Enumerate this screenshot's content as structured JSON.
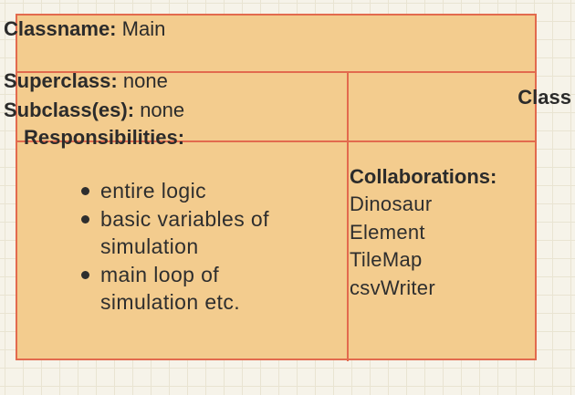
{
  "card": {
    "classname_label": "Classname:",
    "classname_value": "Main",
    "superclass_label": "Superclass:",
    "superclass_value": "none",
    "subclass_label": "Subclass(es):",
    "subclass_value": "none",
    "class_type": "Class",
    "responsibilities_label": "Responsibilities:",
    "responsibilities": [
      "entire logic",
      "basic variables of",
      "simulation",
      "main loop of",
      "simulation etc."
    ],
    "collaborations_label": "Collaborations:",
    "collaborations": [
      "Dinosaur",
      "Element",
      "TileMap",
      "csvWriter"
    ]
  },
  "colors": {
    "card_fill": "#f3cc8e",
    "card_border": "#e26a4e",
    "background": "#f6f3e9"
  }
}
